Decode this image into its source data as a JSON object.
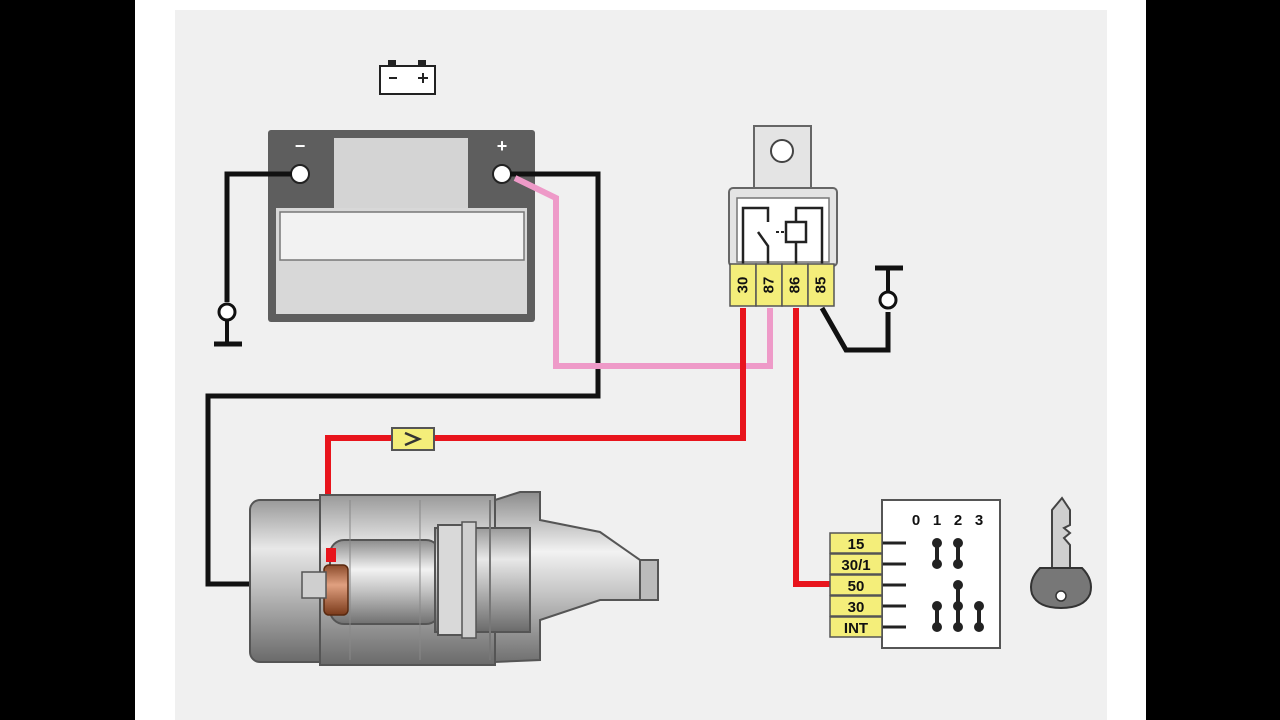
{
  "battery": {
    "minus_label": "−",
    "plus_label": "+"
  },
  "relay": {
    "pins": [
      "30",
      "87",
      "86",
      "85"
    ]
  },
  "ignition_switch": {
    "positions": [
      "0",
      "1",
      "2",
      "3"
    ],
    "terminals": [
      "15",
      "30/1",
      "50",
      "30",
      "INT"
    ]
  },
  "colors": {
    "wire_black": "#111111",
    "wire_red": "#e8141c",
    "wire_pink": "#ee9ac8",
    "terminal_yellow": "#f4ee7a"
  }
}
